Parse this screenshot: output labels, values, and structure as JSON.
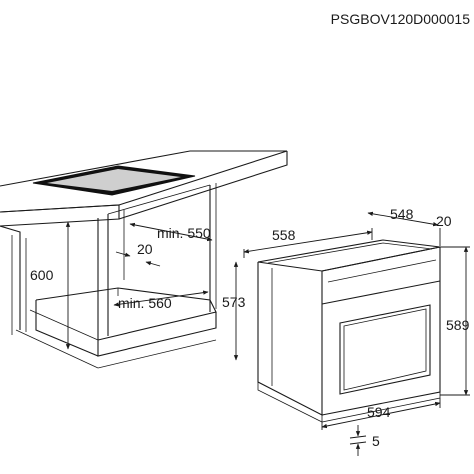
{
  "code": "PSGBOV120D000015",
  "dimensions": {
    "cabinet_height": "600",
    "min_depth": "min. 550",
    "gap": "20",
    "min_width": "min. 560",
    "oven_depth": "558",
    "oven_body_depth": "548",
    "front_thickness": "20",
    "oven_body_height": "573",
    "oven_total_height": "589",
    "oven_width": "594",
    "bottom_offset": "5"
  },
  "colors": {
    "line": "#1a1a1a",
    "hob": "#111111",
    "hob_inner": "#cfcfcf"
  }
}
